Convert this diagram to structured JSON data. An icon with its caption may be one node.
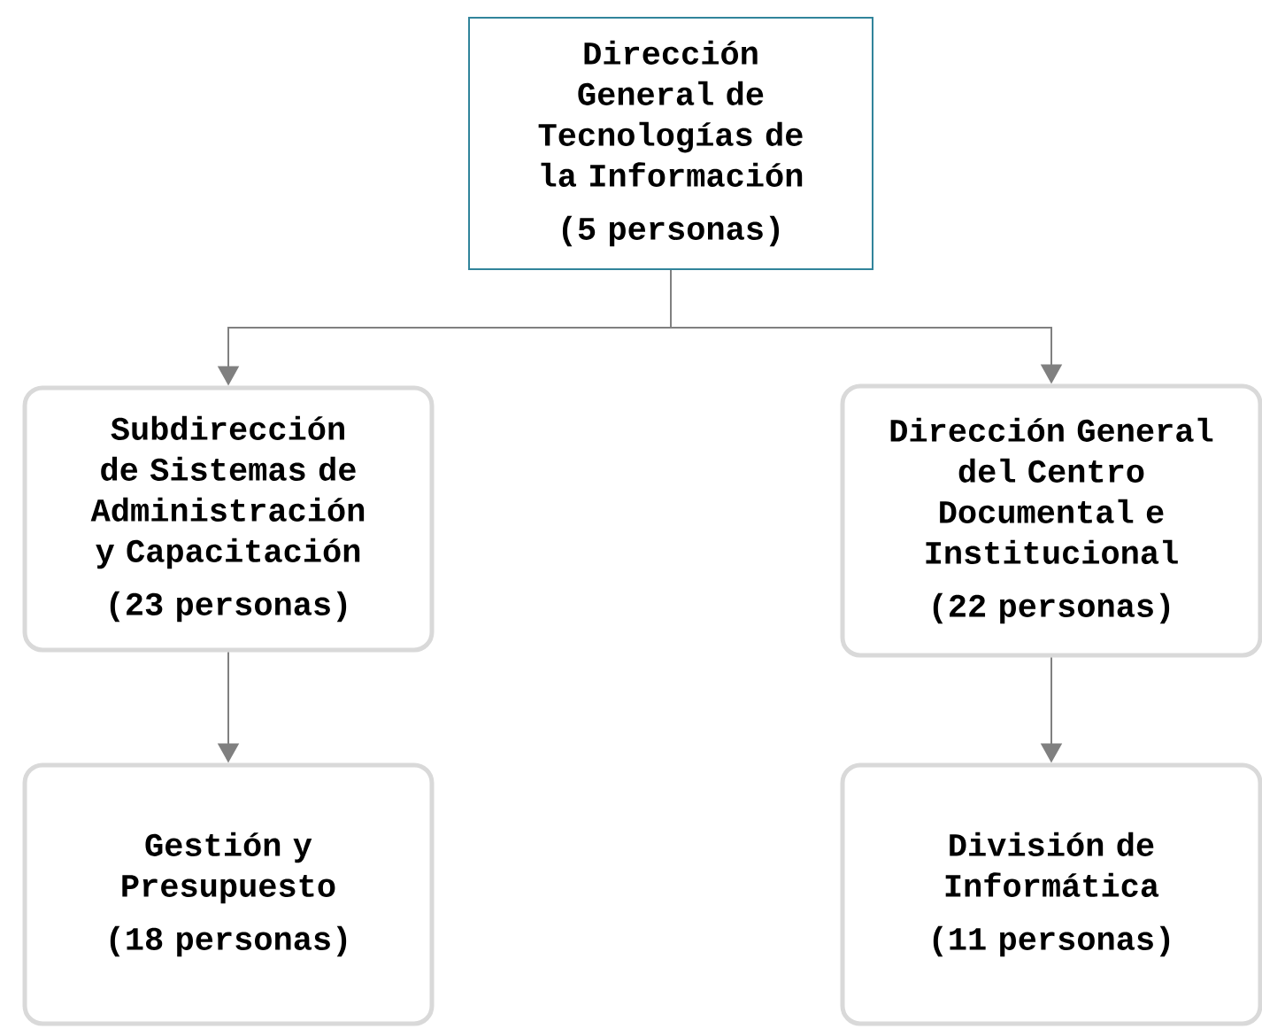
{
  "diagram": {
    "nodes": [
      {
        "text": [
          "Dirección General de Tecnologías de la Información",
          "(5 personas)"
        ]
      },
      {
        "text": [
          "Subdirección de Sistemas de Administración y Capacitación",
          "(23 personas)"
        ]
      },
      {
        "text": [
          "Dirección General del Centro Documental e Institucional",
          "(22 personas)"
        ]
      },
      {
        "text": [
          "Gestión y Presupuesto",
          "(18 personas)"
        ]
      },
      {
        "text": [
          "División de Informática",
          "(11 personas)"
        ]
      }
    ],
    "edges": [
      {
        "from": 0,
        "to": 1,
        "arrow": "to"
      },
      {
        "from": 0,
        "to": 2,
        "arrow": "to"
      },
      {
        "from": 1,
        "to": 3,
        "arrow": "to"
      },
      {
        "from": 2,
        "to": 4,
        "arrow": "to"
      }
    ]
  }
}
